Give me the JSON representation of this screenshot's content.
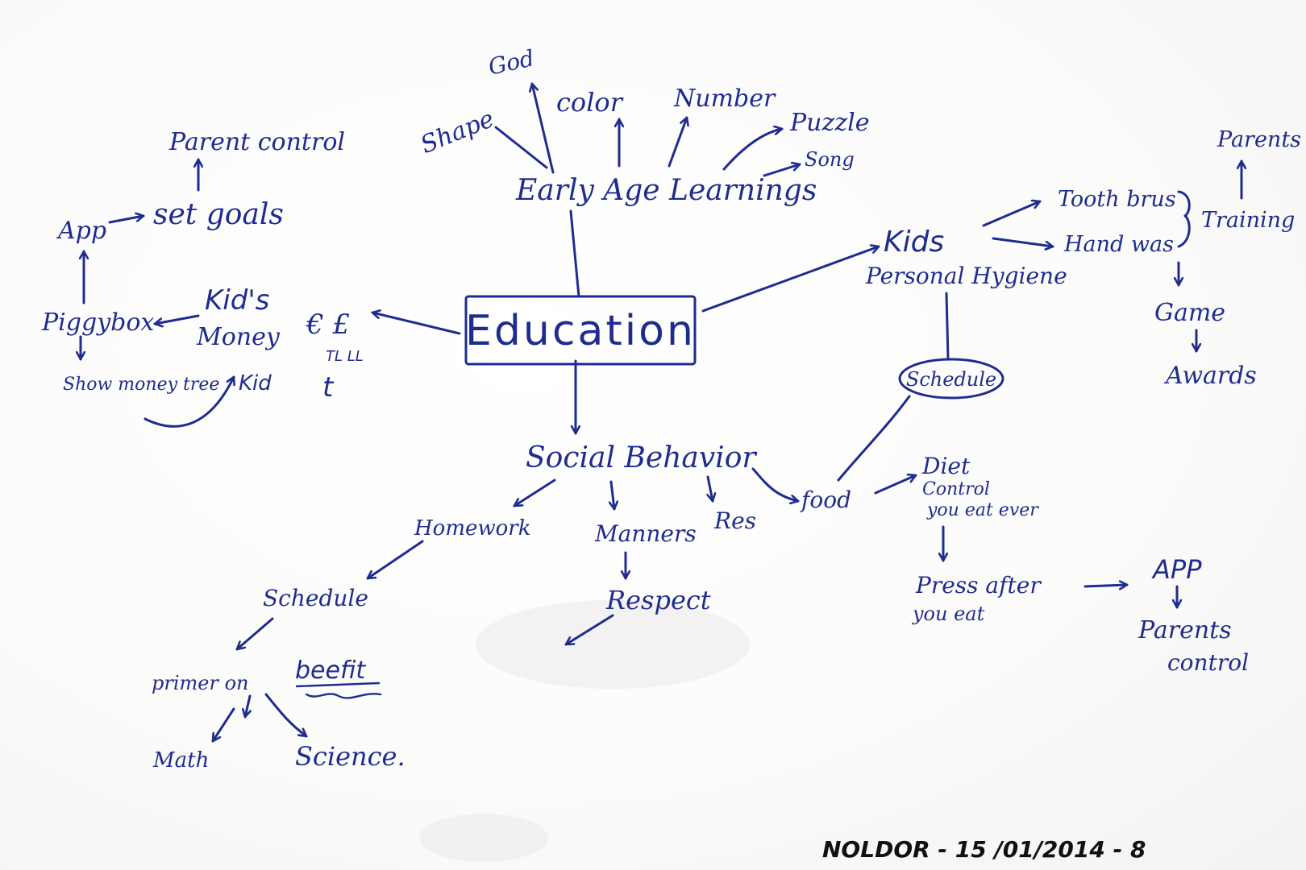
{
  "center": "Education",
  "early_age": {
    "label": "Early Age Learnings",
    "children": [
      "Shape",
      "God",
      "color",
      "Number",
      "Puzzle",
      "Song"
    ]
  },
  "kids_hygiene": {
    "label_line1": "Kids",
    "label_line2": "Personal Hygiene",
    "toothbrush": "Tooth brus",
    "handwash": "Hand was",
    "training": "Training",
    "parents": "Parents",
    "game": "Game",
    "awards": "Awards",
    "schedule": "Schedule"
  },
  "money": {
    "label_line1": "Kid's",
    "label_line2": "Money",
    "currency": "€ £",
    "piggy": "Piggybox",
    "app": "App",
    "set_goals": "set goals",
    "parent_control": "Parent control",
    "show_money_tree": "Show money tree",
    "kid": "Kid",
    "tl": "TL LL",
    "t": "t"
  },
  "social": {
    "label": "Social Behavior",
    "homework": "Homework",
    "manners": "Manners",
    "res": "Res",
    "respect": "Respect",
    "schedule": "Schedule",
    "primer": "primer on",
    "beefit": "beefit",
    "math": "Math",
    "science": "Science.",
    "food": "food",
    "diet_l1": "Diet",
    "diet_l2": "Control",
    "diet_l3": "you eat ever",
    "press_l1": "Press after",
    "press_l2": "you eat",
    "app": "APP",
    "parents_l1": "Parents",
    "parents_l2": "control"
  },
  "footer": "NOLDOR - 15 /01/2014 - 8"
}
